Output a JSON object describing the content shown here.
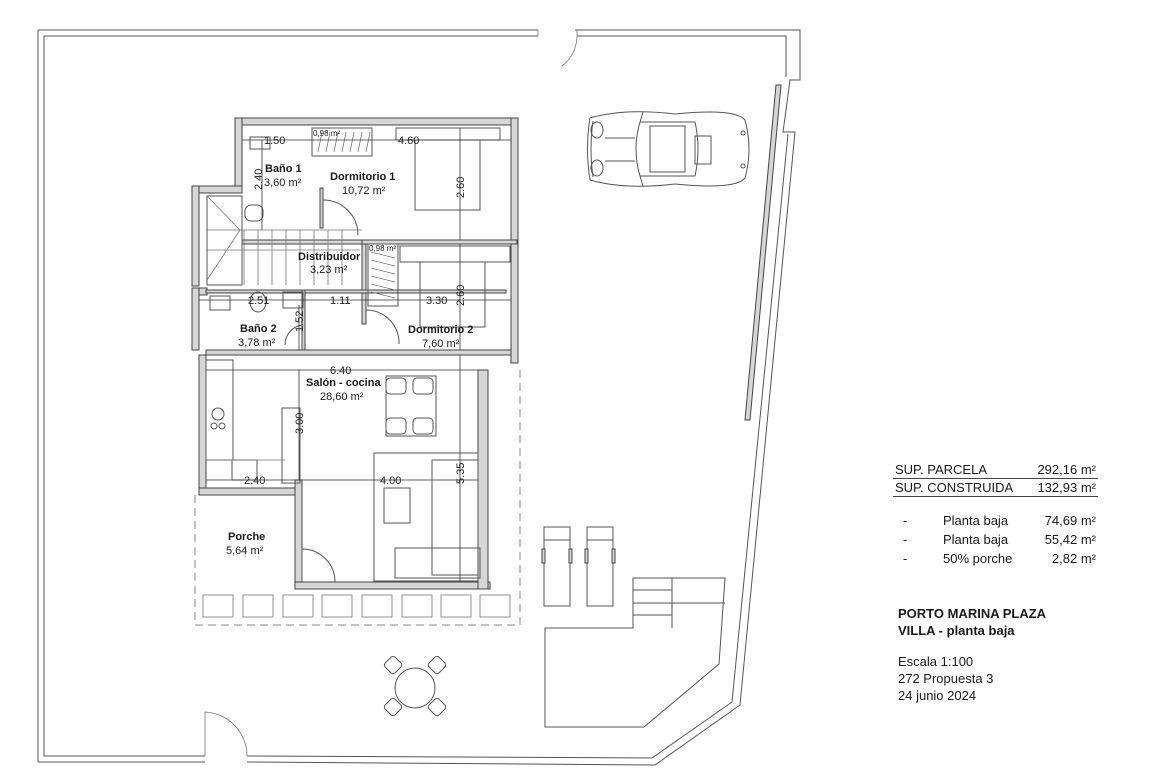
{
  "drawing": {
    "project": "PORTO MARINA PLAZA",
    "subtitle": "VILLA - planta baja",
    "scale": "Escala 1:100",
    "proposal": "272 Propuesta 3",
    "date": "24 junio 2024"
  },
  "surfaces": {
    "parcela": {
      "label": "SUP. PARCELA",
      "value": "292,16 m²"
    },
    "construida": {
      "label": "SUP. CONSTRUIDA",
      "value": "132,93 m²"
    },
    "breakdown": [
      {
        "dash": "-",
        "label": "Planta baja",
        "value": "74,69 m²"
      },
      {
        "dash": "-",
        "label": "Planta baja",
        "value": "55,42 m²"
      },
      {
        "dash": "-",
        "label": "50% porche",
        "value": "2,82 m²"
      }
    ]
  },
  "rooms": {
    "bano1": {
      "name": "Baño 1",
      "area": "3,60 m²"
    },
    "dormitorio1": {
      "name": "Dormitorio 1",
      "area": "10,72 m²"
    },
    "distribuidor": {
      "name": "Distribuidor",
      "area": "3,23 m²"
    },
    "bano2": {
      "name": "Baño 2",
      "area": "3,78 m²"
    },
    "dormitorio2": {
      "name": "Dormitorio 2",
      "area": "7,60 m²"
    },
    "salon": {
      "name": "Salón - cocina",
      "area": "28,60 m²"
    },
    "porche": {
      "name": "Porche",
      "area": "5,64 m²"
    }
  },
  "closets": {
    "closet1": "0,98 m²",
    "closet2": "0,98 m²"
  },
  "dimensions": {
    "d_150": "1.50",
    "d_460": "4.60",
    "d_240v": "2.40",
    "d_260a": "2.60",
    "d_251": "2.51",
    "d_111": "1.11",
    "d_330": "3.30",
    "d_260b": "2.60",
    "d_152": "1.52",
    "d_640": "6.40",
    "d_300": "3.00",
    "d_240": "2.40",
    "d_400": "4.00",
    "d_535": "5.35"
  },
  "icons": {
    "car": "car-topview-icon",
    "sunbed": "sunbed-icon",
    "table": "round-table-icon",
    "stairs": "stairs-icon"
  }
}
